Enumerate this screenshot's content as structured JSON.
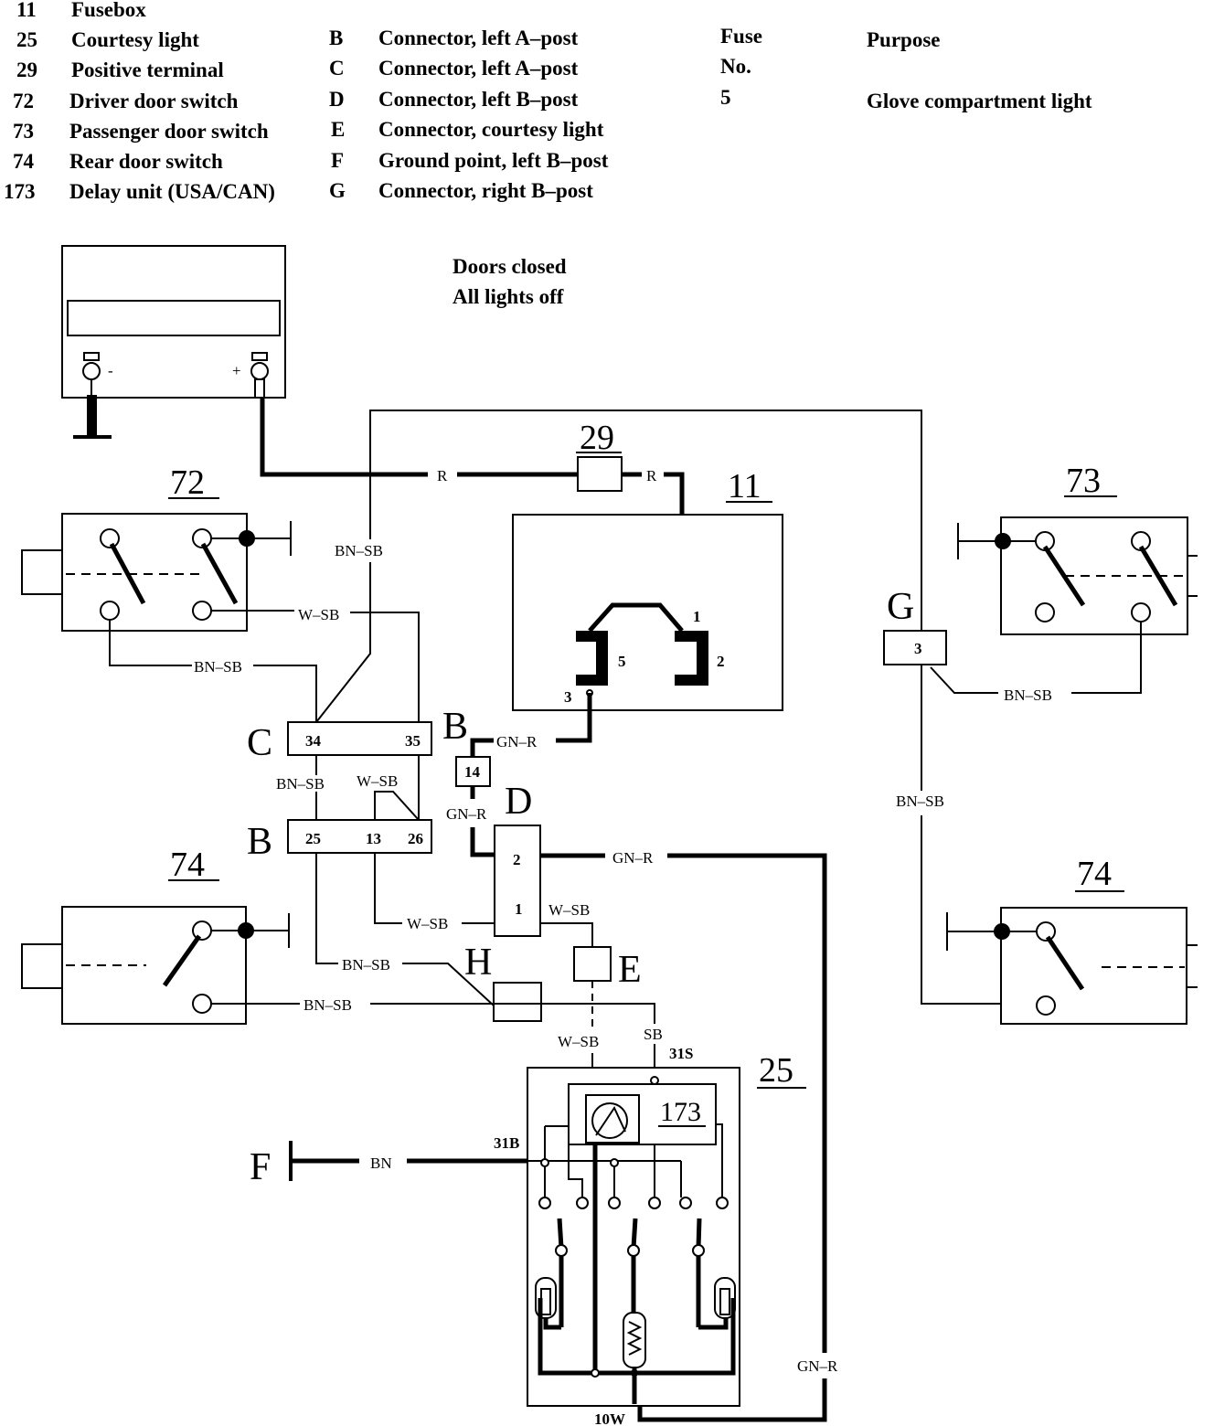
{
  "legend": {
    "components": [
      {
        "num": "11",
        "name": "Fusebox"
      },
      {
        "num": "25",
        "name": "Courtesy light"
      },
      {
        "num": "29",
        "name": "Positive terminal"
      },
      {
        "num": "72",
        "name": "Driver door switch"
      },
      {
        "num": "73",
        "name": "Passenger door switch"
      },
      {
        "num": "74",
        "name": "Rear door switch"
      },
      {
        "num": "173",
        "name": "Delay unit (USA/CAN)"
      }
    ],
    "connectors": [
      {
        "code": "B",
        "name": "Connector, left A–post"
      },
      {
        "code": "C",
        "name": "Connector, left A–post"
      },
      {
        "code": "D",
        "name": "Connector, left B–post"
      },
      {
        "code": "E",
        "name": "Connector, courtesy light"
      },
      {
        "code": "F",
        "name": "Ground point, left B–post"
      },
      {
        "code": "G",
        "name": "Connector, right B–post"
      }
    ],
    "fuse_header_line1": "Fuse",
    "fuse_header_line2": "No.",
    "purpose_header": "Purpose",
    "fuses": [
      {
        "no": "5",
        "purpose": "Glove compartment light"
      }
    ]
  },
  "status_note": {
    "line1": "Doors closed",
    "line2": "All lights off"
  },
  "battery": {
    "minus": "-",
    "plus": "+"
  },
  "component_labels": {
    "positive_terminal": "29",
    "fusebox": "11",
    "driver_door": "72",
    "passenger_door": "73",
    "rear_door_left": "74",
    "rear_door_right": "74",
    "courtesy_light": "25",
    "delay_unit": "173"
  },
  "connector_labels": {
    "B_main": "B",
    "B_small": "B",
    "C": "C",
    "D": "D",
    "E": "E",
    "F": "F",
    "G": "G",
    "H": "H"
  },
  "pins": {
    "fuse_1": "1",
    "fuse_2": "2",
    "fuse_3": "3",
    "fuse_5": "5",
    "C_34": "34",
    "C_35": "35",
    "B_25": "25",
    "B_13": "13",
    "B_26": "26",
    "B_14": "14",
    "D_2": "2",
    "D_1": "1",
    "G_3": "3",
    "light_31S": "31S",
    "light_31B": "31B",
    "light_10W": "10W"
  },
  "wires": {
    "r_left": "R",
    "r_right": "R",
    "bnsb_vertical_left": "BN–SB",
    "wsb_72": "W–SB",
    "bnsb_72": "BN–SB",
    "gnr_fuse": "GN–R",
    "bnsb_c_b": "BN–SB",
    "wsb_c_b": "W–SB",
    "gnr_b14": "GN–R",
    "gnr_d": "GN–R",
    "wsb_13": "W–SB",
    "wsb_d1": "W–SB",
    "bnsb_h": "BN–SB",
    "bnsb_74": "BN–SB",
    "sb_light": "SB",
    "wsb_e": "W–SB",
    "bn_f": "BN",
    "gnr_return": "GN–R",
    "bnsb_73": "BN–SB",
    "bnsb_g": "BN–SB"
  }
}
